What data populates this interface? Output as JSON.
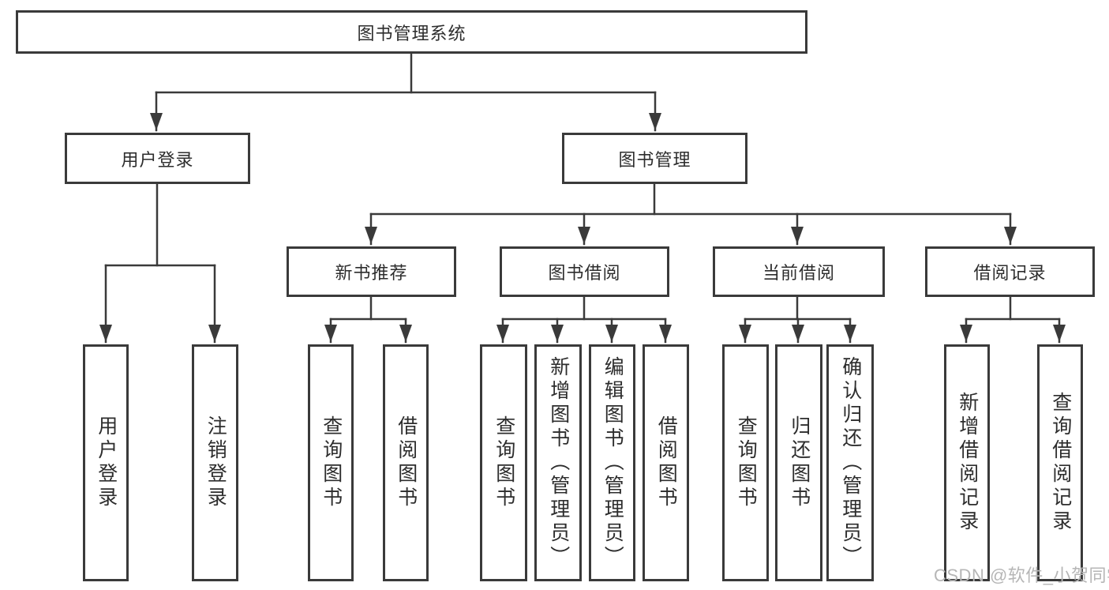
{
  "diagram": {
    "root": "图书管理系统",
    "level2": [
      "用户登录",
      "图书管理"
    ],
    "level3": [
      "新书推荐",
      "图书借阅",
      "当前借阅",
      "借阅记录"
    ],
    "leaves": [
      [
        "用户登录",
        "注销登录"
      ],
      [
        "查询图书",
        "借阅图书"
      ],
      [
        "查询图书",
        "新增图书（管理员）",
        "编辑图书（管理员）",
        "借阅图书"
      ],
      [
        "查询图书",
        "归还图书",
        "确认归还（管理员）"
      ],
      [
        "新增借阅记录",
        "查询借阅记录"
      ]
    ]
  },
  "watermark": "CSDN @软件_小贺同学",
  "colors": {
    "line": "#3a3a3a",
    "box_border": "#3a3a3a",
    "text": "#2d2d2d",
    "watermark": "#b6b6b6",
    "background": "#ffffff"
  }
}
